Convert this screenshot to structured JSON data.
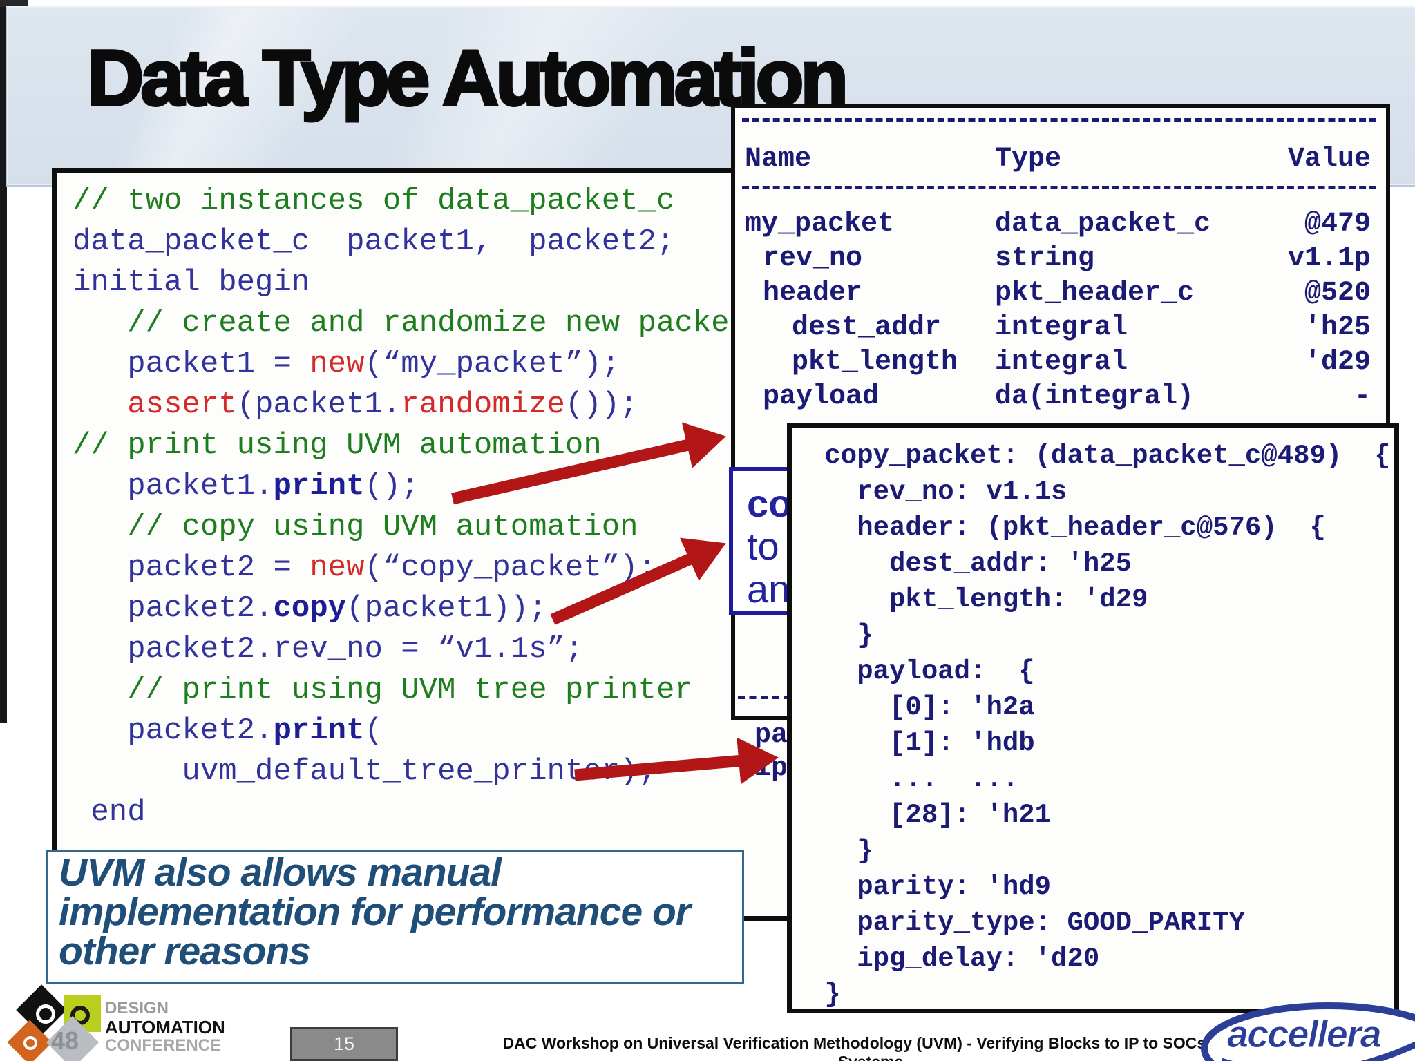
{
  "palette": {
    "banner_blue": "#dce5ef",
    "code_comment_green": "#1e7e1e",
    "code_navy": "#32329b",
    "code_keyword_red": "#d42a2a",
    "output_navy": "#1b1b76",
    "arrow_red": "#b21616",
    "note_blue": "#1f4e79",
    "accellera_blue": "#2b3f99"
  },
  "title": "Data Type Automation",
  "code_panel": {
    "lines": [
      {
        "segs": [
          [
            "cm",
            "// two instances of data_packet_c"
          ]
        ]
      },
      {
        "segs": [
          [
            "tx",
            "data_packet_c  packet1,  packet2;"
          ]
        ]
      },
      {
        "segs": [
          [
            "tx",
            "initial begin"
          ]
        ]
      },
      {
        "segs": [
          [
            "cm",
            "   // create and randomize new packet"
          ]
        ]
      },
      {
        "segs": [
          [
            "tx",
            "   packet1 = "
          ],
          [
            "kw",
            "new"
          ],
          [
            "tx",
            "(“my_packet”);"
          ]
        ]
      },
      {
        "segs": [
          [
            "tx",
            "   "
          ],
          [
            "kw",
            "assert"
          ],
          [
            "tx",
            "(packet1."
          ],
          [
            "kw",
            "randomize"
          ],
          [
            "tx",
            "());"
          ]
        ]
      },
      {
        "segs": [
          [
            "cm",
            "// print using UVM automation"
          ]
        ]
      },
      {
        "segs": [
          [
            "tx",
            "   packet1."
          ],
          [
            "fn",
            "print"
          ],
          [
            "tx",
            "();"
          ]
        ]
      },
      {
        "segs": [
          [
            "cm",
            "   // copy using UVM automation"
          ]
        ]
      },
      {
        "segs": [
          [
            "tx",
            "   packet2 = "
          ],
          [
            "kw",
            "new"
          ],
          [
            "tx",
            "(“copy_packet”);"
          ]
        ]
      },
      {
        "segs": [
          [
            "tx",
            "   packet2."
          ],
          [
            "fn",
            "copy"
          ],
          [
            "tx",
            "(packet1));"
          ]
        ]
      },
      {
        "segs": [
          [
            "tx",
            "   packet2.rev_no = “v1.1s”;"
          ]
        ]
      },
      {
        "segs": [
          [
            "cm",
            "   // print using UVM tree printer"
          ]
        ]
      },
      {
        "segs": [
          [
            "tx",
            "   packet2."
          ],
          [
            "fn",
            "print"
          ],
          [
            "tx",
            "("
          ]
        ]
      },
      {
        "segs": [
          [
            "tx",
            "      uvm_default_tree_printer);"
          ]
        ]
      },
      {
        "segs": [
          [
            "tx",
            " end"
          ]
        ]
      }
    ]
  },
  "print_table": {
    "col_headers": {
      "name": "Name",
      "type": "Type",
      "value": "Value"
    },
    "rows": [
      {
        "name": "my_packet",
        "type": "data_packet_c",
        "value": "@479",
        "indent": 0
      },
      {
        "name": "rev_no",
        "type": "string",
        "value": "v1.1p",
        "indent": 1
      },
      {
        "name": "header",
        "type": "pkt_header_c",
        "value": "@520",
        "indent": 1
      },
      {
        "name": "dest_addr",
        "type": "integral",
        "value": "'h25",
        "indent": 2
      },
      {
        "name": "pkt_length",
        "type": "integral",
        "value": "'d29",
        "indent": 2
      },
      {
        "name": "payload",
        "type": "da(integral)",
        "value": "-",
        "indent": 1
      }
    ],
    "clipped_fragments": {
      "frag1": "pa",
      "frag2": "ip"
    }
  },
  "callout": {
    "line1": "co",
    "line2": "to",
    "line3": "an"
  },
  "tree_output": {
    "lines": [
      " copy_packet: (data_packet_c@489)  {",
      "   rev_no: v1.1s",
      "   header: (pkt_header_c@576)  {",
      "     dest_addr: 'h25",
      "     pkt_length: 'd29",
      "   }",
      "   payload:  {",
      "     [0]: 'h2a",
      "     [1]: 'hdb",
      "     ...  ...",
      "     [28]: 'h21",
      "   }",
      "   parity: 'hd9",
      "   parity_type: GOOD_PARITY",
      "   ipg_delay: 'd20",
      " }"
    ]
  },
  "note_box": {
    "text": "UVM also allows manual implementation for performance or other reasons"
  },
  "footer": {
    "page_number": "15",
    "workshop_title": "DAC Workshop on Universal Verification Methodology (UVM) - Verifying Blocks to IP to SOCs and Systems",
    "dac_logo": {
      "number": "48",
      "lines": [
        "DESIGN",
        "AUTOMATION",
        "CONFERENCE"
      ]
    },
    "accellera_text": "accellera"
  }
}
